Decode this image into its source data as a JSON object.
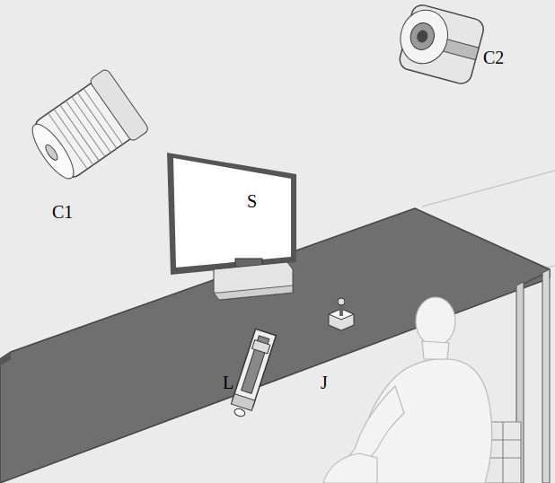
{
  "diagram": {
    "labels": [
      "C2",
      "C1",
      "S",
      "L",
      "J"
    ]
  }
}
